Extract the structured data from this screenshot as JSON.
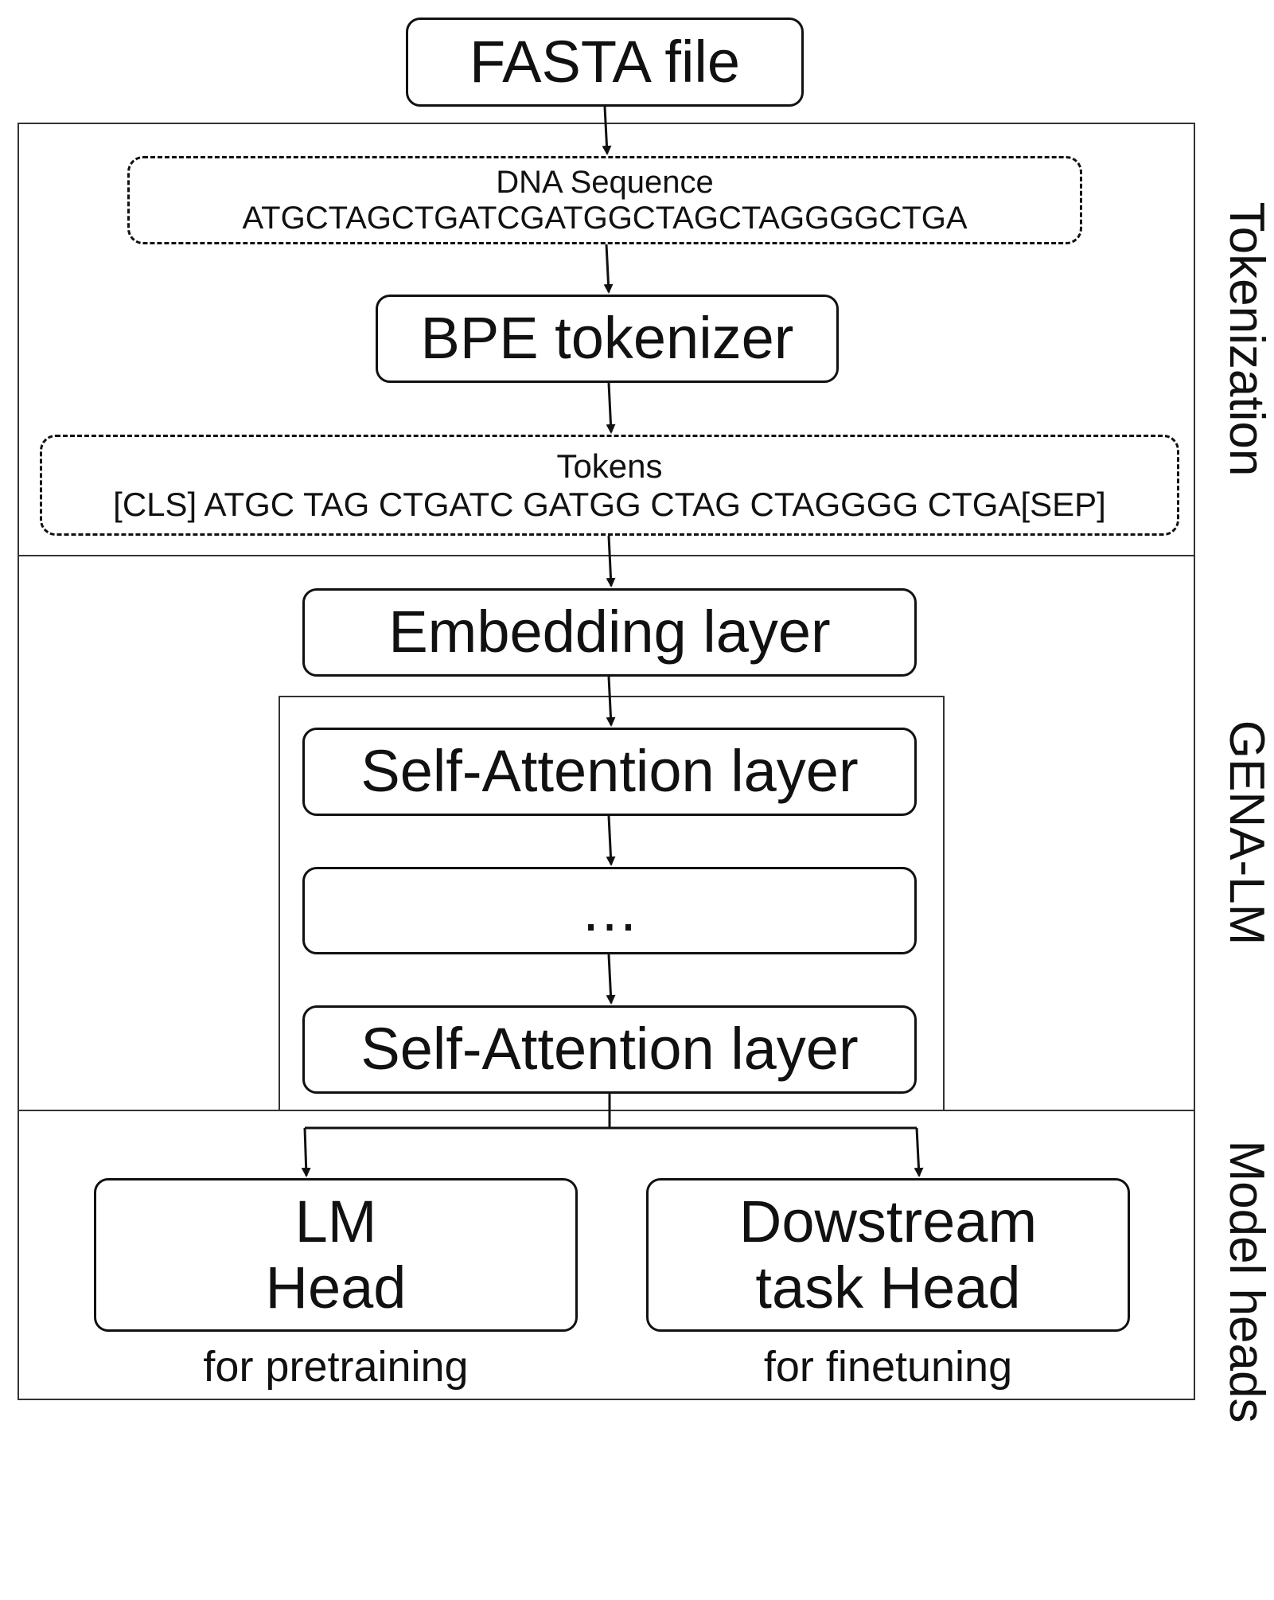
{
  "nodes": {
    "fasta": "FASTA file",
    "dna": {
      "title": "DNA Sequence",
      "sequence": "ATGCTAGCTGATCGATGGCTAGCTAGGGGCTGA"
    },
    "bpe": "BPE tokenizer",
    "tokens": {
      "title": "Tokens",
      "sequence": "[CLS] ATGC TAG CTGATC GATGG CTAG CTAGGGG CTGA[SEP]"
    },
    "embedding": "Embedding layer",
    "attention_1": "Self-Attention layer",
    "ellipsis": "…",
    "attention_2": "Self-Attention layer",
    "lm_head": {
      "line1": "LM",
      "line2": "Head",
      "note": "for pretraining"
    },
    "task_head": {
      "line1": "Dowstream",
      "line2": "task Head",
      "note": "for finetuning"
    }
  },
  "sections": {
    "tokenization": "Tokenization",
    "gena_lm": "GENA-LM",
    "model_heads": "Model heads"
  }
}
